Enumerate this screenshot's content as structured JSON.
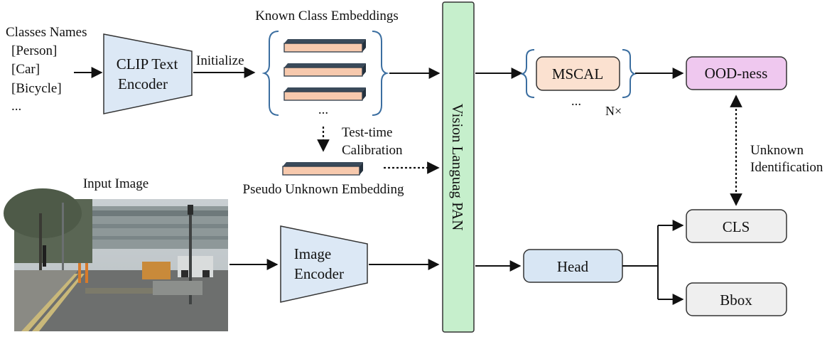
{
  "classes": {
    "title": "Classes Names",
    "items": [
      "[Person]",
      "[Car]",
      "[Bicycle]",
      "..."
    ]
  },
  "clip_text_encoder": {
    "line1": "CLIP Text",
    "line2": "Encoder"
  },
  "initialize_label": "Initialize",
  "known_embeddings": {
    "title": "Known Class Embeddings",
    "ellipsis": "..."
  },
  "calibration": {
    "line1": "Test-time",
    "line2": "Calibration"
  },
  "pseudo_embedding_label": "Pseudo Unknown Embedding",
  "input_image_label": "Input Image",
  "image_encoder": {
    "line1": "Image",
    "line2": "Encoder"
  },
  "pan_label": "Vision Languag PAN",
  "mscal": {
    "label": "MSCAL",
    "ellipsis": "...",
    "repeat": "N×"
  },
  "ood_label": "OOD-ness",
  "unknown_identification": {
    "line1": "Unknown",
    "line2": "Identification"
  },
  "head_label": "Head",
  "cls_label": "CLS",
  "bbox_label": "Bbox",
  "colors": {
    "encoder_fill": "#dce8f5",
    "pan_fill": "#c6efcc",
    "mscal_fill": "#fbe1d0",
    "ood_fill": "#efc8ef",
    "head_fill": "#d8e6f4",
    "cls_fill": "#efefef",
    "embedding_fill": "#f7c9ad",
    "bracket": "#3b6ea0"
  }
}
